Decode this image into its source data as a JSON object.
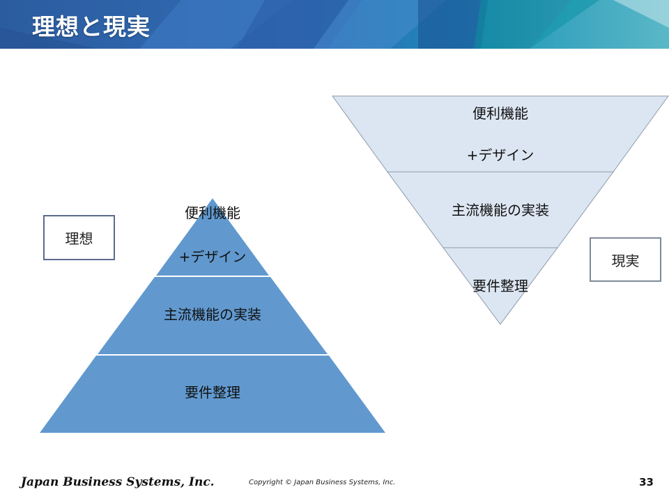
{
  "slide": {
    "title": "理想と現実",
    "page_number": "33"
  },
  "labels": {
    "ideal": "理想",
    "reality": "現実"
  },
  "ideal_pyramid": {
    "top_line1": "便利機能",
    "top_line2": "+デザイン",
    "middle": "主流機能の実装",
    "bottom": "要件整理"
  },
  "reality_pyramid": {
    "top_line1": "便利機能",
    "top_line2": "+デザイン",
    "middle": "主流機能の実装",
    "bottom": "要件整理"
  },
  "footer": {
    "company": "Japan Business Systems, Inc.",
    "copyright": "Copyright © Japan Business Systems, Inc."
  },
  "colors": {
    "ideal_fill": "#6199cf",
    "reality_fill": "#dce6f2",
    "header_base": "#2a5a9c"
  }
}
